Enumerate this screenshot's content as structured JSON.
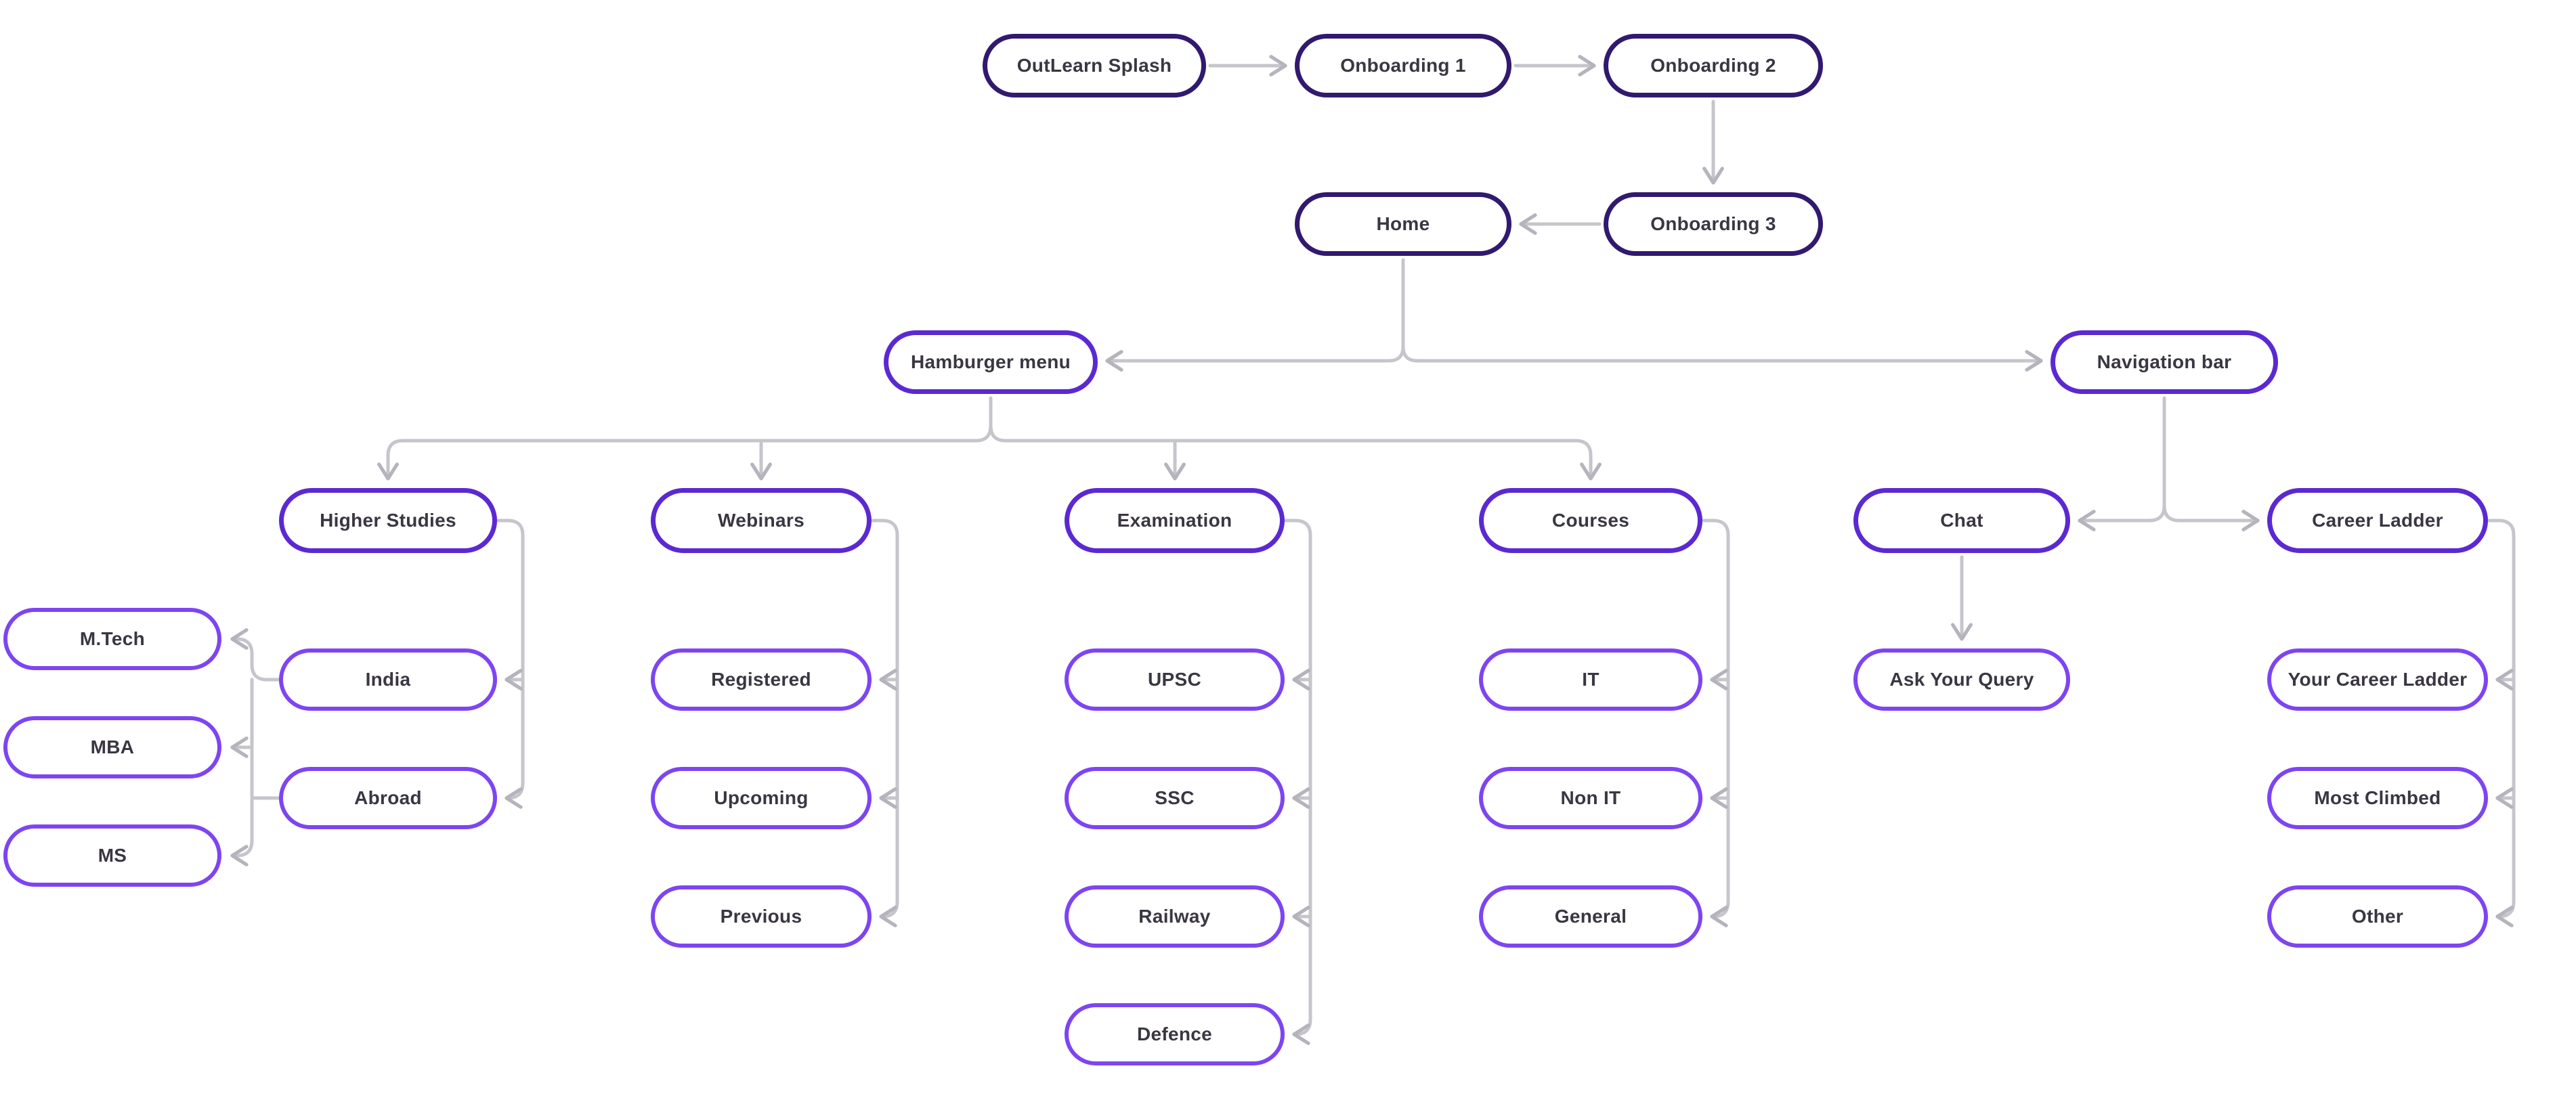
{
  "diagram": {
    "colors": {
      "background": "#ffffff",
      "level1_border": "#31196f",
      "level2_border": "#5b29d2",
      "level3_border": "#7d45f2",
      "connector": "#c6c5cc",
      "arrowhead": "#b5b4bd",
      "label_text": "#3a3642"
    },
    "nodes": {
      "splash": {
        "label": "OutLearn Splash"
      },
      "onboarding1": {
        "label": "Onboarding 1"
      },
      "onboarding2": {
        "label": "Onboarding 2"
      },
      "onboarding3": {
        "label": "Onboarding 3"
      },
      "home": {
        "label": "Home"
      },
      "hamburger_menu": {
        "label": "Hamburger menu"
      },
      "navigation_bar": {
        "label": "Navigation bar"
      },
      "higher_studies": {
        "label": "Higher Studies"
      },
      "webinars": {
        "label": "Webinars"
      },
      "examination": {
        "label": "Examination"
      },
      "courses": {
        "label": "Courses"
      },
      "chat": {
        "label": "Chat"
      },
      "career_ladder": {
        "label": "Career Ladder"
      },
      "mtech": {
        "label": "M.Tech"
      },
      "mba": {
        "label": "MBA"
      },
      "ms": {
        "label": "MS"
      },
      "india": {
        "label": "India"
      },
      "abroad": {
        "label": "Abroad"
      },
      "registered": {
        "label": "Registered"
      },
      "upcoming": {
        "label": "Upcoming"
      },
      "previous": {
        "label": "Previous"
      },
      "upsc": {
        "label": "UPSC"
      },
      "ssc": {
        "label": "SSC"
      },
      "railway": {
        "label": "Railway"
      },
      "defence": {
        "label": "Defence"
      },
      "it": {
        "label": "IT"
      },
      "non_it": {
        "label": "Non IT"
      },
      "general": {
        "label": "General"
      },
      "ask_your_query": {
        "label": "Ask Your Query"
      },
      "your_career_ladder": {
        "label": "Your Career Ladder"
      },
      "most_climbed": {
        "label": "Most Climbed"
      },
      "other": {
        "label": "Other"
      }
    },
    "edges": [
      {
        "from": "splash",
        "to": "onboarding1"
      },
      {
        "from": "onboarding1",
        "to": "onboarding2"
      },
      {
        "from": "onboarding2",
        "to": "onboarding3"
      },
      {
        "from": "onboarding3",
        "to": "home"
      },
      {
        "from": "home",
        "to": "hamburger_menu"
      },
      {
        "from": "home",
        "to": "navigation_bar"
      },
      {
        "from": "hamburger_menu",
        "to": "higher_studies"
      },
      {
        "from": "hamburger_menu",
        "to": "webinars"
      },
      {
        "from": "hamburger_menu",
        "to": "examination"
      },
      {
        "from": "hamburger_menu",
        "to": "courses"
      },
      {
        "from": "navigation_bar",
        "to": "chat"
      },
      {
        "from": "navigation_bar",
        "to": "career_ladder"
      },
      {
        "from": "higher_studies",
        "to": "india"
      },
      {
        "from": "higher_studies",
        "to": "abroad"
      },
      {
        "from": "india",
        "to": "mtech"
      },
      {
        "from": "india",
        "to": "mba"
      },
      {
        "from": "india",
        "to": "ms"
      },
      {
        "from": "abroad",
        "to": "mtech"
      },
      {
        "from": "abroad",
        "to": "mba"
      },
      {
        "from": "abroad",
        "to": "ms"
      },
      {
        "from": "webinars",
        "to": "registered"
      },
      {
        "from": "webinars",
        "to": "upcoming"
      },
      {
        "from": "webinars",
        "to": "previous"
      },
      {
        "from": "examination",
        "to": "upsc"
      },
      {
        "from": "examination",
        "to": "ssc"
      },
      {
        "from": "examination",
        "to": "railway"
      },
      {
        "from": "examination",
        "to": "defence"
      },
      {
        "from": "courses",
        "to": "it"
      },
      {
        "from": "courses",
        "to": "non_it"
      },
      {
        "from": "courses",
        "to": "general"
      },
      {
        "from": "chat",
        "to": "ask_your_query"
      },
      {
        "from": "career_ladder",
        "to": "your_career_ladder"
      },
      {
        "from": "career_ladder",
        "to": "most_climbed"
      },
      {
        "from": "career_ladder",
        "to": "other"
      }
    ]
  }
}
